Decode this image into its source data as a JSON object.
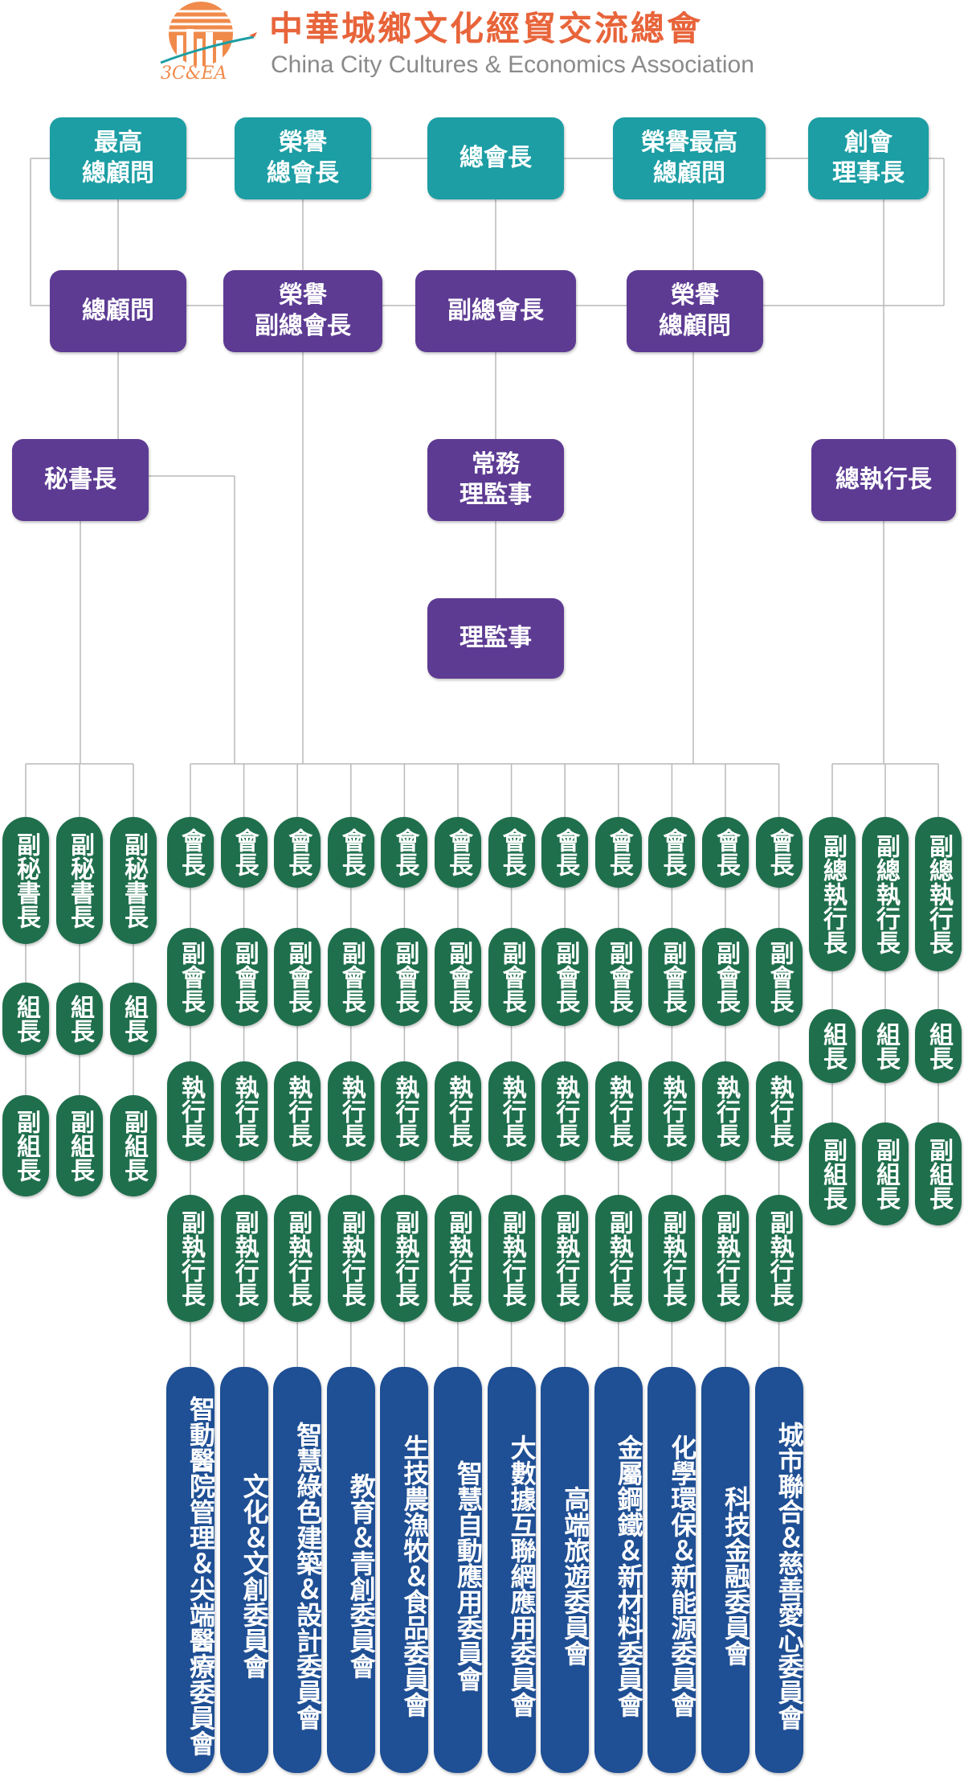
{
  "header": {
    "title_zh": "中華城鄉文化經貿交流總會",
    "title_en": "China City Cultures & Economics Association",
    "logo_text": "3C&EA",
    "colors": {
      "brand_orange": "#e8643a",
      "subtitle_gray": "#8a8a8a"
    }
  },
  "colors": {
    "teal": "#1c9ea4",
    "purple": "#5d3b93",
    "green": "#1f6f4c",
    "blue": "#1f4f94",
    "line": "#b9b9b9"
  },
  "top_tier": [
    "最高\n總顧問",
    "榮譽\n總會長",
    "總會長",
    "榮譽最高\n總顧問",
    "創會\n理事長"
  ],
  "second_tier": [
    "總顧問",
    "榮譽\n副總會長",
    "副總會長",
    "榮譽\n總顧問"
  ],
  "third_tier": {
    "secretary_general": "秘書長",
    "standing_directors": "常務\n理監事",
    "ceo": "總執行長"
  },
  "directors": "理監事",
  "secretariat_columns": 3,
  "secretariat_roles": [
    "副秘書長",
    "組長",
    "副組長"
  ],
  "ceo_columns": 3,
  "ceo_roles": [
    "副總執行長",
    "組長",
    "副組長"
  ],
  "committee_roles": [
    "會長",
    "副會長",
    "執行長",
    "副執行長"
  ],
  "committees": [
    "智動醫院管理＆尖端醫療委員會",
    "文化＆文創委員會",
    "智慧綠色建築＆設計委員會",
    "教育＆青創委員會",
    "生技農漁牧＆食品委員會",
    "智慧自動應用委員會",
    "大數據互聯網應用委員會",
    "高端旅遊委員會",
    "金屬鋼鐵＆新材料委員會",
    "化學環保＆新能源委員會",
    "科技金融委員會",
    "城市聯合＆慈善愛心委員會"
  ]
}
